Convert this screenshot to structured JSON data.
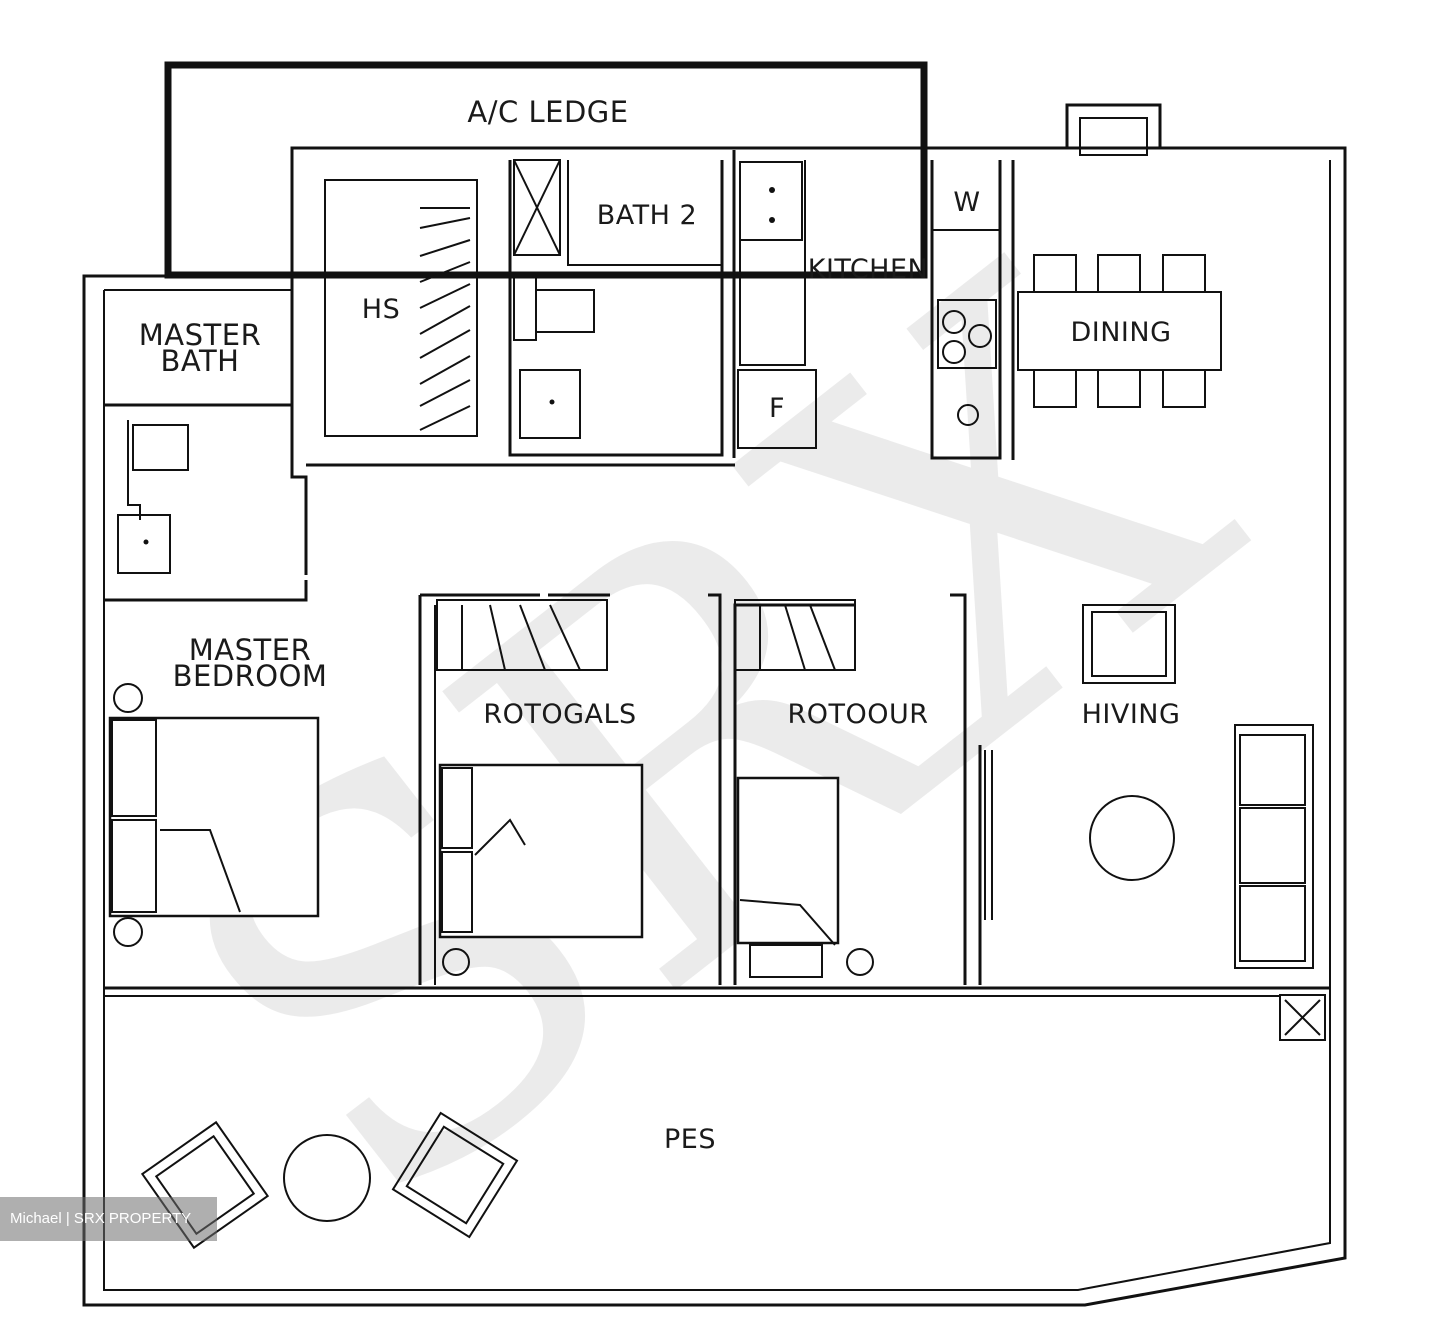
{
  "rooms": {
    "ac_ledge": "A/C LEDGE",
    "bath2": "BATH 2",
    "kitchen": "KITCHEN",
    "washer": "W",
    "dining": "DINING",
    "master_bath_line1": "MASTER",
    "master_bath_line2": "BATH",
    "household_shelter": "HS",
    "fridge": "F",
    "master_bedroom_line1": "MASTER",
    "master_bedroom_line2": "BEDROOM",
    "bedroom2": "ROTOGALS",
    "bedroom3": "ROTOOUR",
    "living": "HIVING",
    "pes": "PES"
  },
  "watermark": "SRX",
  "credit": "Michael | SRX PROPERTY"
}
